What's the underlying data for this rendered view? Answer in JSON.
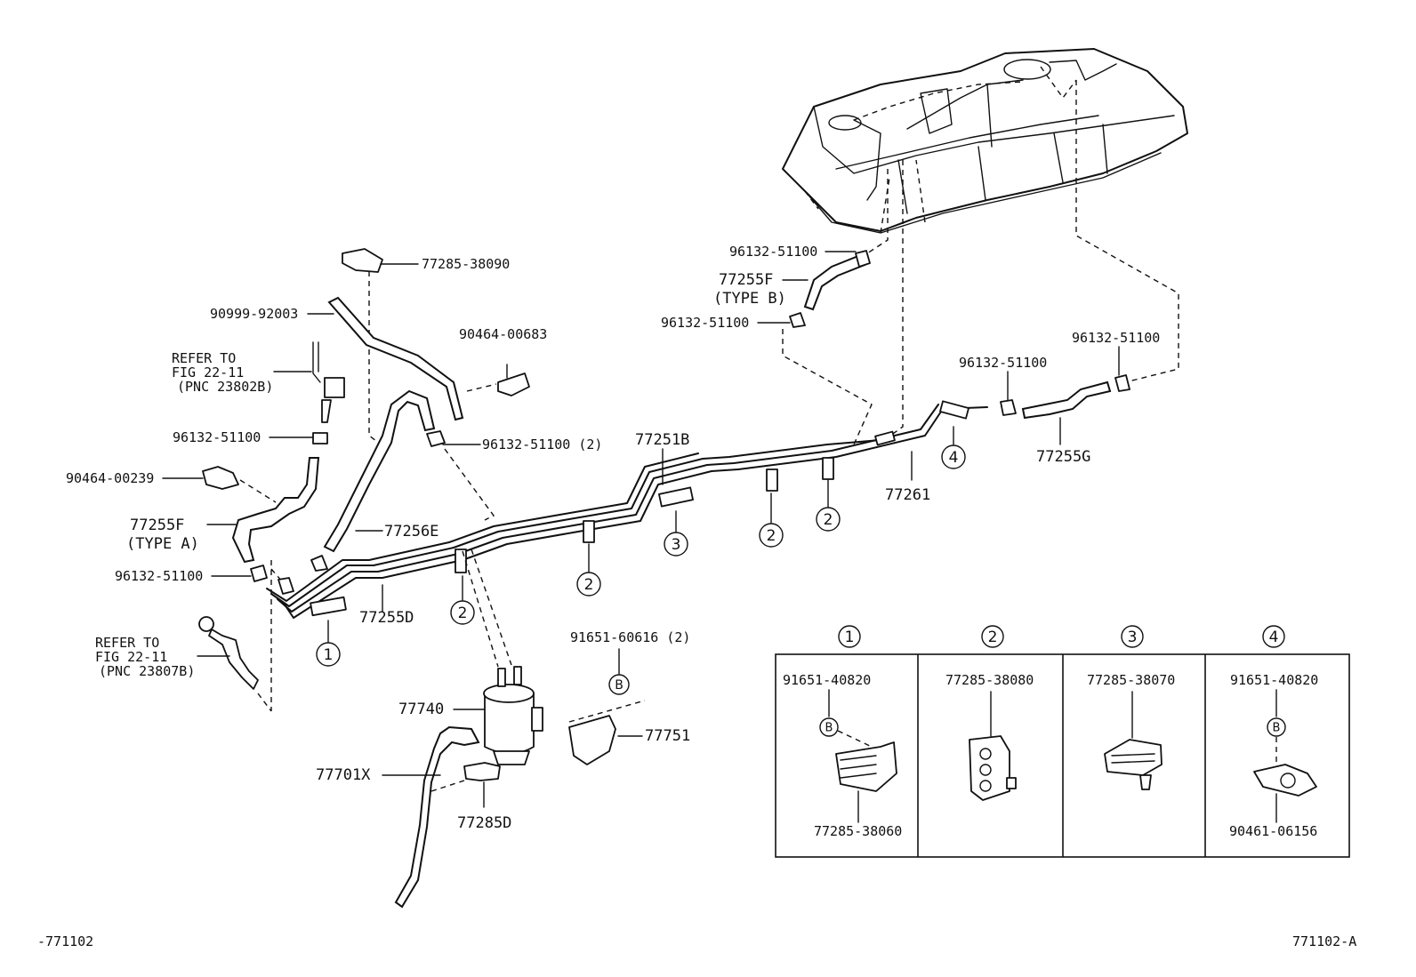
{
  "labels": {
    "p77285_38090": "77285-38090",
    "p90999_92003": "90999-92003",
    "refer_a_1": "REFER TO",
    "refer_a_2": "FIG 22-11",
    "refer_a_3": "(PNC 23802B)",
    "p90464_00683": "90464-00683",
    "p96132_51100_a": "96132-51100",
    "p96132_51100_2": "96132-51100 (2)",
    "p90464_00239": "90464-00239",
    "p77255F_a": "77255F",
    "type_a": "(TYPE A)",
    "p77256E": "77256E",
    "p96132_51100_b": "96132-51100",
    "p77255D": "77255D",
    "refer_b_1": "REFER TO",
    "refer_b_2": "FIG 22-11",
    "refer_b_3": "(PNC 23807B)",
    "p77251B": "77251B",
    "p96132_51100_c": "96132-51100",
    "p77255F_b": "77255F",
    "type_b": "(TYPE B)",
    "p96132_51100_d": "96132-51100",
    "p96132_51100_e": "96132-51100",
    "p96132_51100_f": "96132-51100",
    "p77255G": "77255G",
    "p77261": "77261",
    "p91651_60616": "91651-60616 (2)",
    "p77740": "77740",
    "p77751": "77751",
    "p77701X": "77701X",
    "p77285D": "77285D",
    "footer_left": "-771102",
    "footer_right": "771102-A"
  },
  "callouts": {
    "c1": "1",
    "c2": "2",
    "c3": "3",
    "c4": "4",
    "cB": "B"
  },
  "detail_panels": [
    {
      "num": "1",
      "top_part": "91651-40820",
      "bottom_part": "77285-38060",
      "ref": "B"
    },
    {
      "num": "2",
      "top_part": "77285-38080",
      "bottom_part": "",
      "ref": ""
    },
    {
      "num": "3",
      "top_part": "77285-38070",
      "bottom_part": "",
      "ref": ""
    },
    {
      "num": "4",
      "top_part": "91651-40820",
      "bottom_part": "90461-06156",
      "ref": "B"
    }
  ]
}
